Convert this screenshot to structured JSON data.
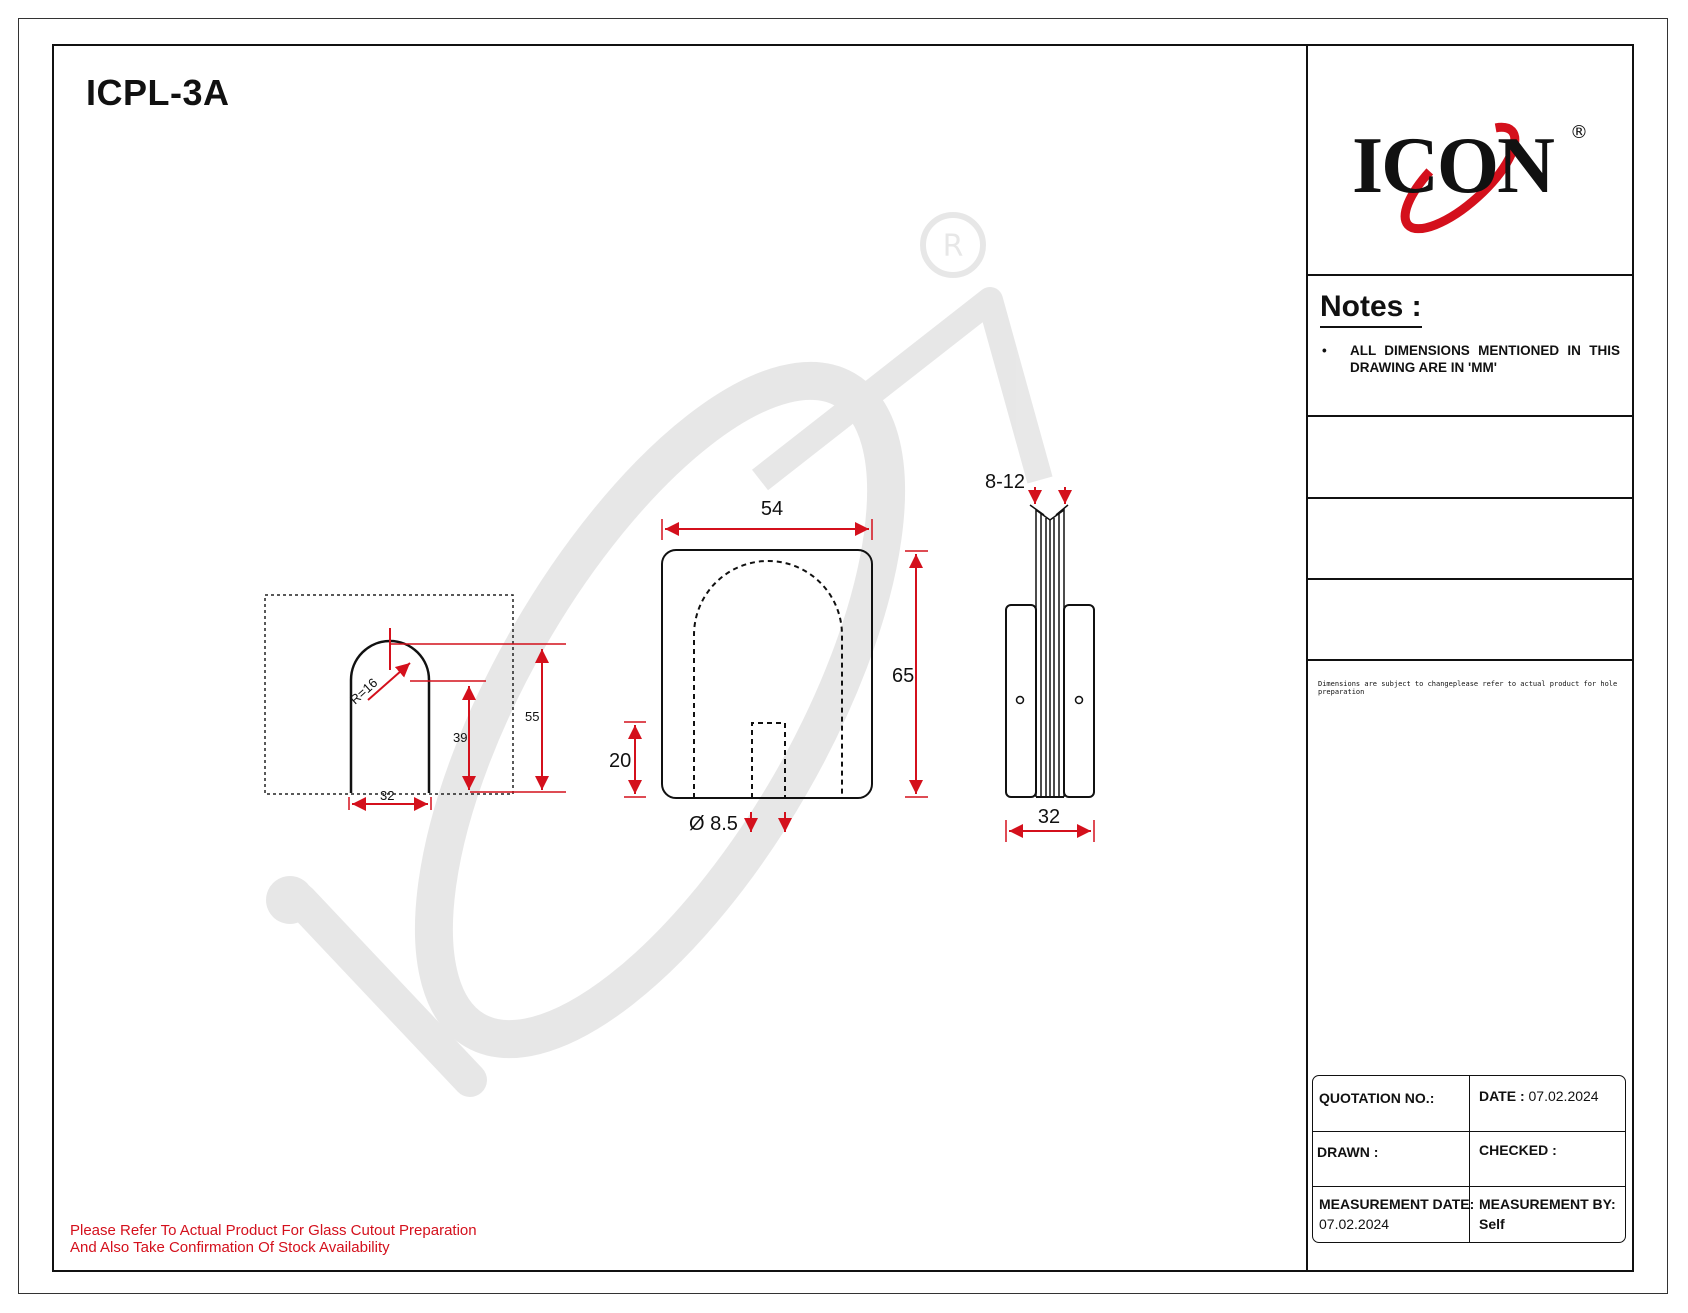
{
  "title": "ICPL-3A",
  "brand": {
    "logo_text": "ICON",
    "registered_mark": "®",
    "accent_color": "#d4101c"
  },
  "notes": {
    "heading": "Notes :",
    "bullet": "•",
    "items": [
      "ALL DIMENSIONS MENTIONED IN THIS DRAWING ARE IN 'MM'"
    ],
    "small_print": "Dimensions are subject to changeplease refer to actual product for hole preparation"
  },
  "footnote": {
    "line1": "Please Refer To Actual Product For Glass Cutout Preparation",
    "line2": "And Also Take Confirmation Of Stock Availability"
  },
  "title_block": {
    "quotation_label": "QUOTATION NO.:",
    "quotation_value": "",
    "date_label": "DATE :",
    "date_value": "07.02.2024",
    "drawn_label": "DRAWN :",
    "drawn_value": "",
    "checked_label": "CHECKED :",
    "checked_value": "",
    "measurement_date_label": "MEASUREMENT DATE:",
    "measurement_date_value": "07.02.2024",
    "measurement_by_label": "MEASUREMENT BY:",
    "measurement_by_value": "Self"
  },
  "dimensions": {
    "cutout_radius": "R=16",
    "cutout_depth": "39",
    "cutout_height": "55",
    "cutout_width": "32",
    "front_width": "54",
    "front_height": "65",
    "slot_height": "20",
    "hole_diameter": "Ø 8.5",
    "glass_thickness": "8-12",
    "side_width": "32"
  }
}
